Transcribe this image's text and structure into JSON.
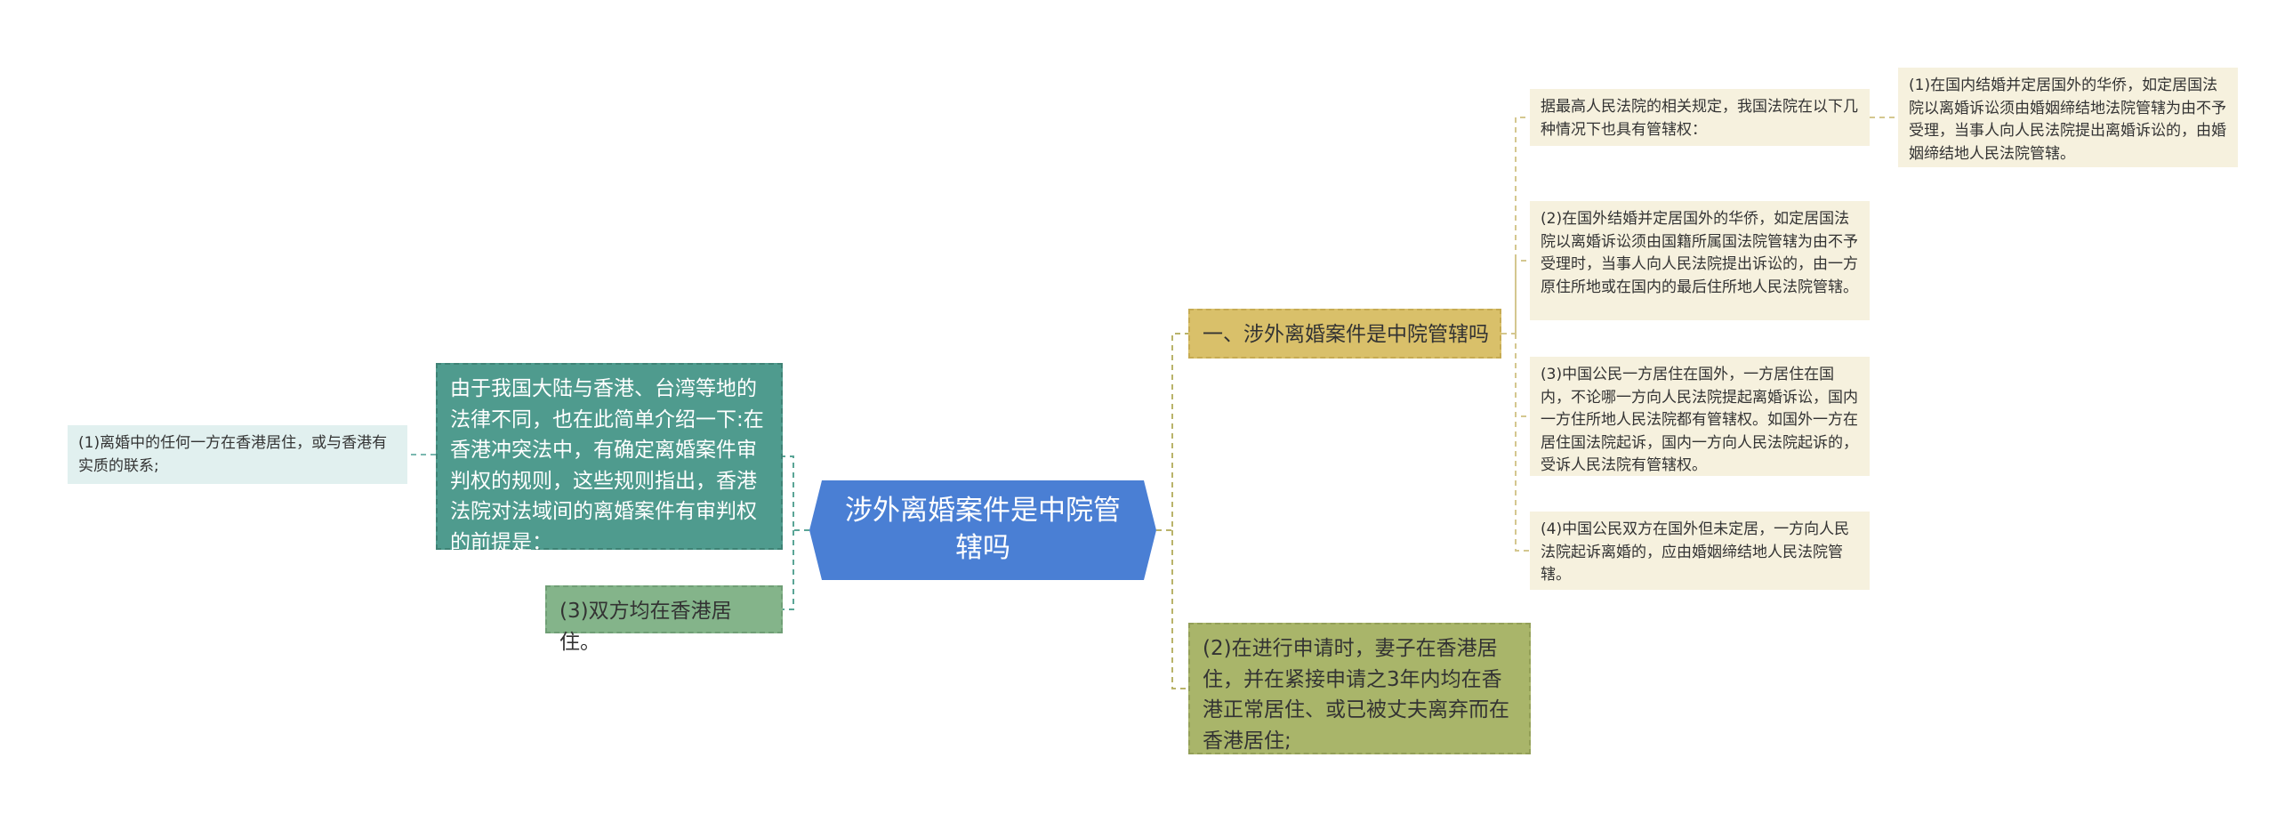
{
  "root": {
    "title": "涉外离婚案件是中院管辖吗"
  },
  "right_branches": [
    {
      "label": "一、涉外离婚案件是中院管辖吗",
      "children": [
        {
          "label": "据最高人民法院的相关规定，我国法院在以下几种情况下也具有管辖权：",
          "children": [
            {
              "label": "(1)在国内结婚并定居国外的华侨，如定居国法院以离婚诉讼须由婚姻缔结地法院管辖为由不予受理，当事人向人民法院提出离婚诉讼的，由婚姻缔结地人民法院管辖。"
            }
          ]
        },
        {
          "label": "(2)在国外结婚并定居国外的华侨，如定居国法院以离婚诉讼须由国籍所属国法院管辖为由不予受理时，当事人向人民法院提出诉讼的，由一方原住所地或在国内的最后住所地人民法院管辖。"
        },
        {
          "label": "(3)中国公民一方居住在国外，一方居住在国内，不论哪一方向人民法院提起离婚诉讼，国内一方住所地人民法院都有管辖权。如国外一方在居住国法院起诉，国内一方向人民法院起诉的，受诉人民法院有管辖权。"
        },
        {
          "label": "(4)中国公民双方在国外但未定居，一方向人民法院起诉离婚的，应由婚姻缔结地人民法院管辖。"
        }
      ]
    },
    {
      "label": "(2)在进行申请时，妻子在香港居住，并在紧接申请之3年内均在香港正常居住、或已被丈夫离弃而在香港居住;"
    }
  ],
  "left_branches": [
    {
      "label": "由于我国大陆与香港、台湾等地的法律不同，也在此简单介绍一下:在香港冲突法中，有确定离婚案件审判权的规则，这些规则指出，香港法院对法域间的离婚案件有审判权的前提是：",
      "children": [
        {
          "label": "(1)离婚中的任何一方在香港居住，或与香港有实质的联系;"
        }
      ]
    },
    {
      "label": "(3)双方均在香港居住。"
    }
  ],
  "colors": {
    "root": "#4a7fd4",
    "branch_right_1": "#d9c06a",
    "branch_right_2": "#a9b56a",
    "branch_left_1": "#4f9b8e",
    "branch_left_2": "#84b48a",
    "leaf": "#f6f1de",
    "leaf_left": "#e1f0ef"
  }
}
